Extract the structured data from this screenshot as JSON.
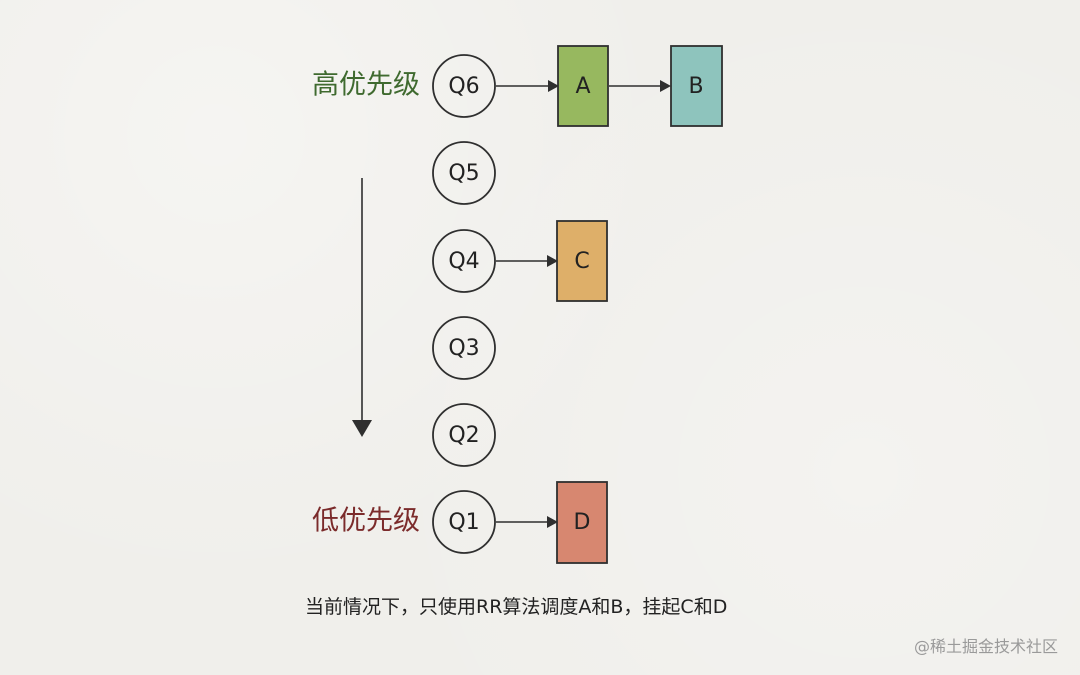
{
  "priority_labels": {
    "high": "高优先级",
    "low": "低优先级"
  },
  "queues": [
    "Q6",
    "Q5",
    "Q4",
    "Q3",
    "Q2",
    "Q1"
  ],
  "tasks": {
    "a": "A",
    "b": "B",
    "c": "C",
    "d": "D"
  },
  "caption": "当前情况下，只使用RR算法调度A和B，挂起C和D",
  "watermark": "@稀土掘金技术社区",
  "colors": {
    "background": "#f0efeb",
    "task_a": "#97b85f",
    "task_b": "#8ec4bd",
    "task_c": "#deaf69",
    "task_d": "#d78770",
    "high_label": "#3f6a2f",
    "low_label": "#7b2b2b"
  }
}
